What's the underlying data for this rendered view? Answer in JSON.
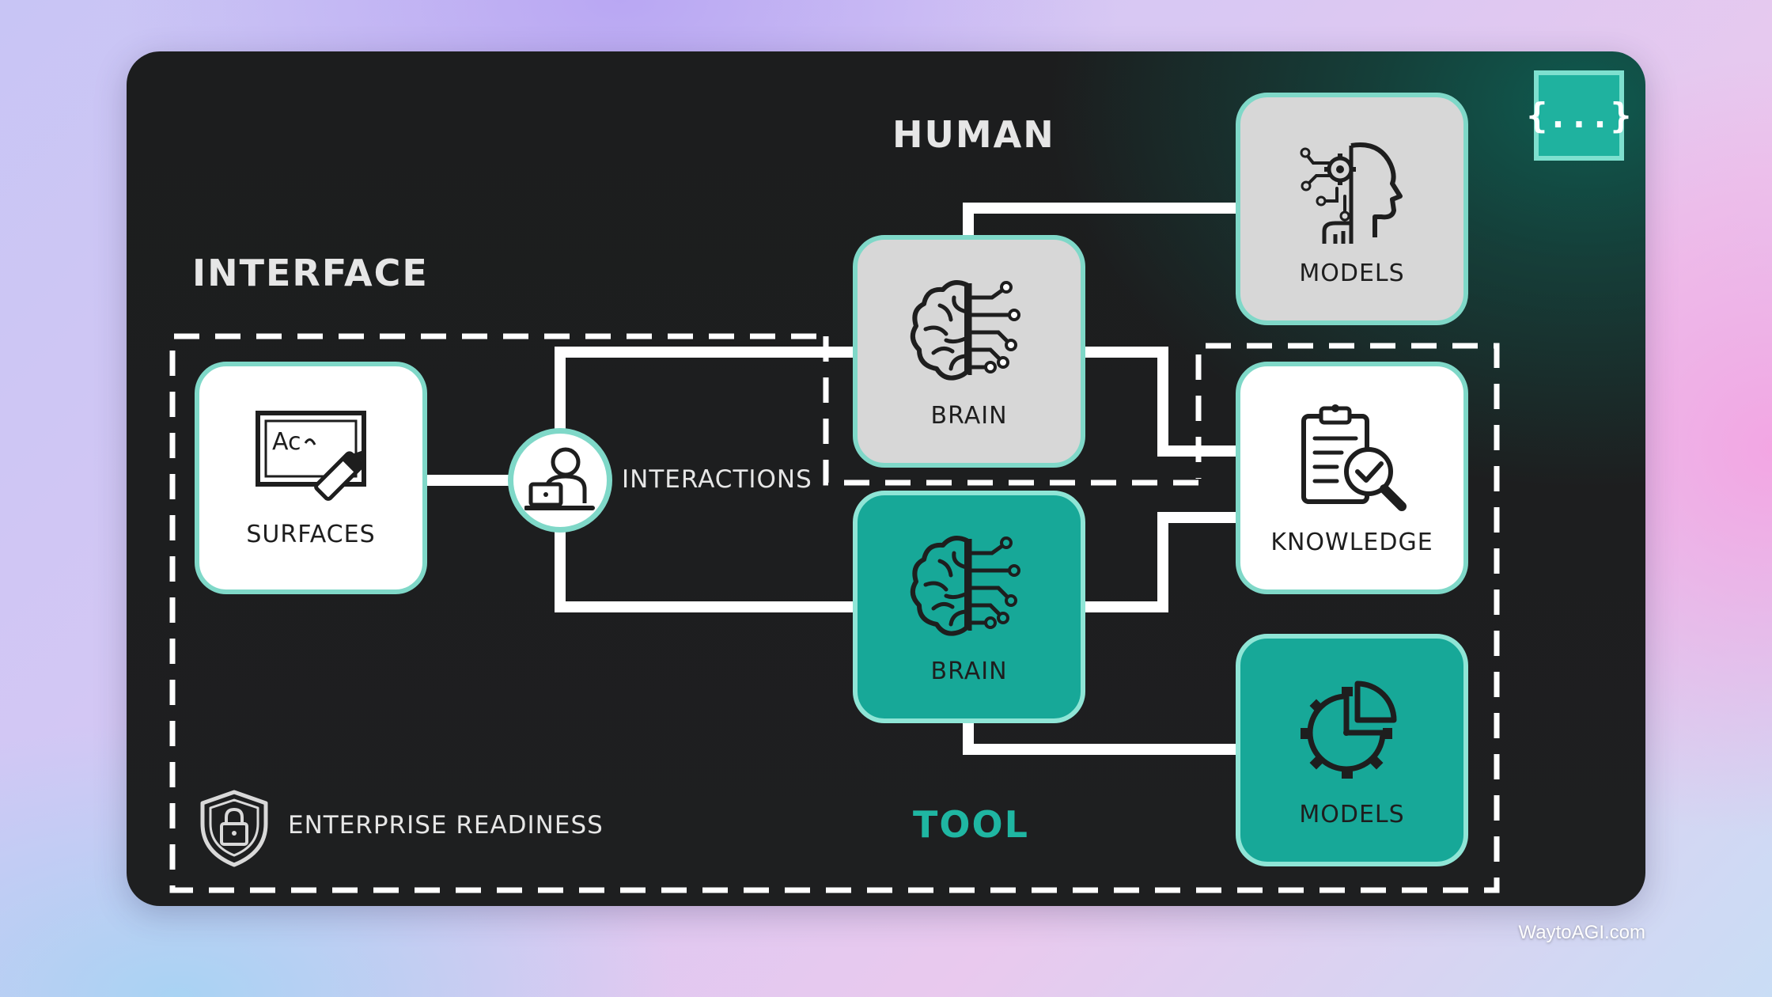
{
  "diagram": {
    "titles": {
      "interface": "INTERFACE",
      "human": "HUMAN",
      "tool": "TOOL"
    },
    "nodes": {
      "surfaces": "SURFACES",
      "interactions": "INTERACTIONS",
      "brain_human": "BRAIN",
      "brain_tool": "BRAIN",
      "models_human": "MODELS",
      "knowledge": "KNOWLEDGE",
      "models_tool": "MODELS"
    },
    "enterprise": "ENTERPRISE READINESS",
    "logo": "{...}",
    "colors": {
      "panel": "#1e1f20",
      "accent": "#17a898",
      "outline": "#7fd8c8",
      "grey_card": "#d7d7d7",
      "white_card": "#ffffff",
      "line": "#ffffff"
    },
    "icons": {
      "surfaces": "whiteboard-pen-icon",
      "interactions": "person-laptop-icon",
      "brain": "brain-circuit-icon",
      "models_human": "robot-head-gear-icon",
      "knowledge": "clipboard-magnifier-icon",
      "models_tool": "gear-chart-icon",
      "enterprise": "shield-lock-icon"
    }
  },
  "watermark": "WaytoAGI.com"
}
